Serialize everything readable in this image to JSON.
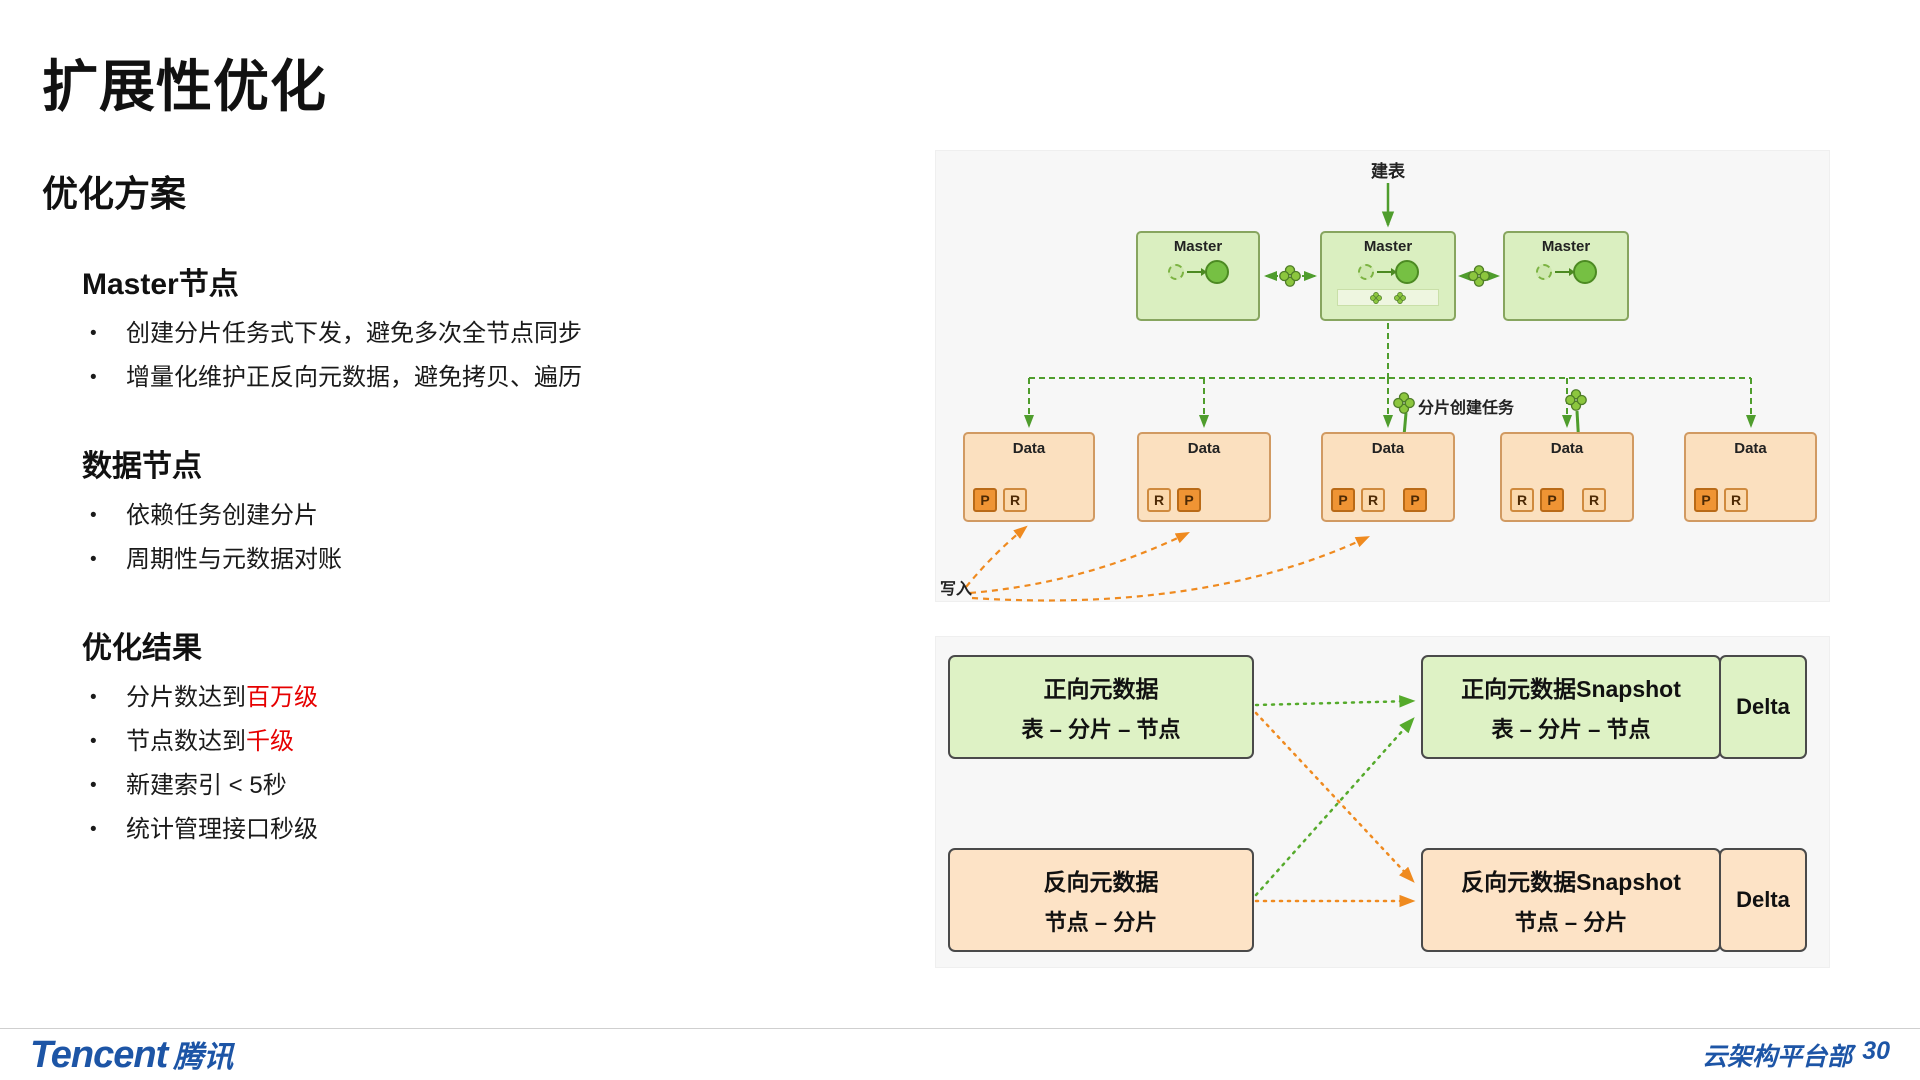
{
  "slide": {
    "title": "扩展性优化",
    "section_title": "优化方案"
  },
  "left": {
    "bullet_char": "•",
    "groups": [
      {
        "heading": "Master节点",
        "bullets": [
          {
            "text": "创建分片任务式下发，避免多次全节点同步",
            "highlight": ""
          },
          {
            "text": "增量化维护正反向元数据，避免拷贝、遍历",
            "highlight": ""
          }
        ]
      },
      {
        "heading": "数据节点",
        "bullets": [
          {
            "text": "依赖任务创建分片",
            "highlight": ""
          },
          {
            "text": "周期性与元数据对账",
            "highlight": ""
          }
        ]
      },
      {
        "heading": "优化结果",
        "bullets": [
          {
            "text": "分片数达到",
            "highlight": "百万级"
          },
          {
            "text": "节点数达到",
            "highlight": "千级"
          },
          {
            "text": "新建索引 < 5秒",
            "highlight": ""
          },
          {
            "text": "统计管理接口秒级",
            "highlight": ""
          }
        ]
      }
    ]
  },
  "cluster": {
    "create_table_label": "建表",
    "task_label": "分片创建任务",
    "write_label": "写入",
    "masters": [
      {
        "label": "Master"
      },
      {
        "label": "Master"
      },
      {
        "label": "Master"
      }
    ],
    "data_nodes": [
      {
        "label": "Data",
        "shards": [
          "P",
          "R"
        ]
      },
      {
        "label": "Data",
        "shards": [
          "R",
          "P"
        ]
      },
      {
        "label": "Data",
        "shards": [
          "P",
          "R",
          "P"
        ]
      },
      {
        "label": "Data",
        "shards": [
          "R",
          "P",
          "R"
        ]
      },
      {
        "label": "Data",
        "shards": [
          "P",
          "R"
        ]
      }
    ]
  },
  "metadata": {
    "forward": {
      "title": "正向元数据",
      "subtitle": "表 – 分片 – 节点"
    },
    "forward_snapshot": {
      "title": "正向元数据Snapshot",
      "subtitle": "表 – 分片 – 节点",
      "delta": "Delta"
    },
    "reverse": {
      "title": "反向元数据",
      "subtitle": "节点 – 分片"
    },
    "reverse_snapshot": {
      "title": "反向元数据Snapshot",
      "subtitle": "节点 – 分片",
      "delta": "Delta"
    }
  },
  "footer": {
    "logo_text": "Tencent",
    "logo_cn": "腾讯",
    "department": "云架构平台部",
    "page": "30"
  },
  "colors": {
    "accent_green": "#76c043",
    "accent_orange": "#ef8a1f",
    "highlight_red": "#e60000",
    "brand_blue": "#1d55a6"
  }
}
